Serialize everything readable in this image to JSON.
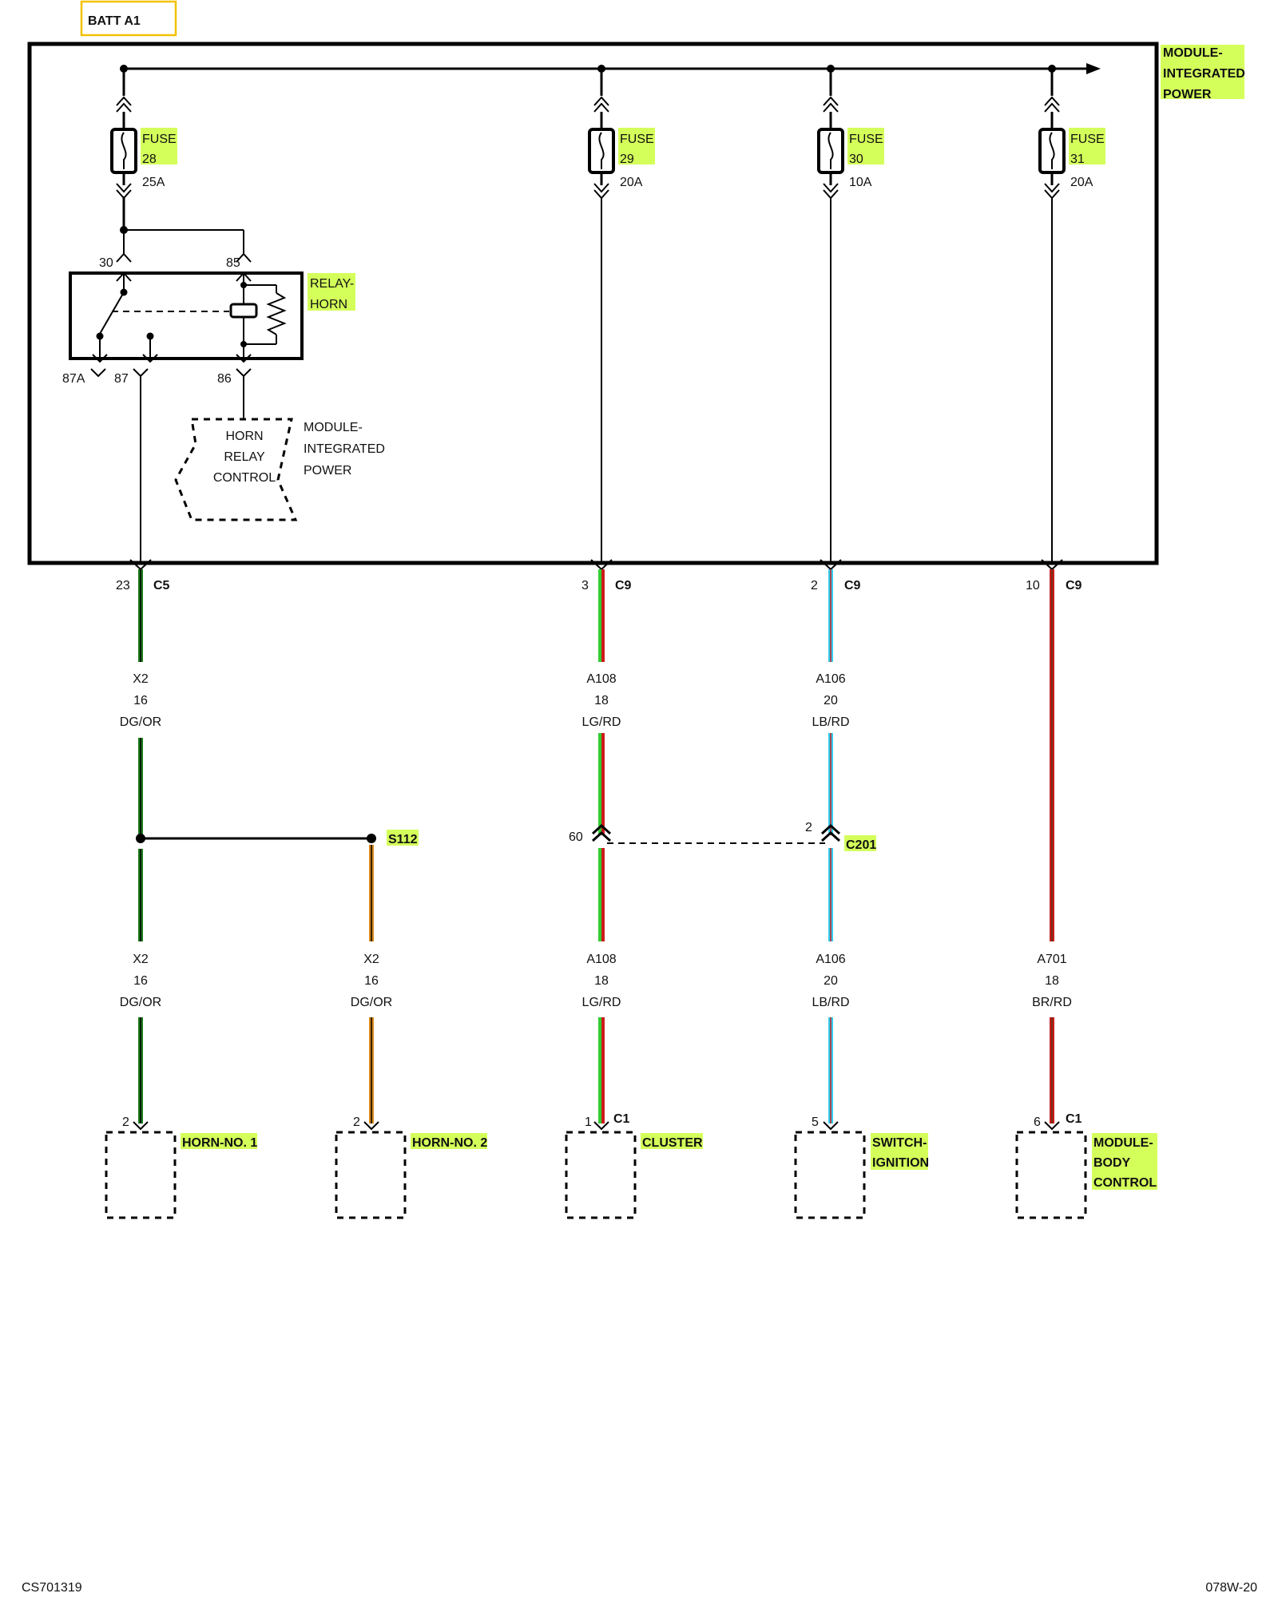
{
  "battery_label": "BATT A1",
  "module_label": [
    "MODULE-",
    "INTEGRATED",
    "POWER"
  ],
  "fuses": [
    {
      "id": "fuse-28",
      "label": [
        "FUSE",
        "28"
      ],
      "rating": "25A"
    },
    {
      "id": "fuse-29",
      "label": [
        "FUSE",
        "29"
      ],
      "rating": "20A"
    },
    {
      "id": "fuse-30",
      "label": [
        "FUSE",
        "30"
      ],
      "rating": "10A"
    },
    {
      "id": "fuse-31",
      "label": [
        "FUSE",
        "31"
      ],
      "rating": "20A"
    }
  ],
  "relay": {
    "label": [
      "RELAY-",
      "HORN"
    ],
    "pins": {
      "p30": "30",
      "p85": "85",
      "p87a": "87A",
      "p87": "87",
      "p86": "86"
    }
  },
  "horn_control": {
    "label": [
      "HORN",
      "RELAY",
      "CONTROL"
    ],
    "module": [
      "MODULE-",
      "INTEGRATED",
      "POWER"
    ]
  },
  "connectors": [
    {
      "id": "c5-23",
      "pin": "23",
      "name": "C5"
    },
    {
      "id": "c9-3",
      "pin": "3",
      "name": "C9"
    },
    {
      "id": "c9-2",
      "pin": "2",
      "name": "C9"
    },
    {
      "id": "c9-10",
      "pin": "10",
      "name": "C9"
    }
  ],
  "wires_upper": [
    {
      "id": "x2-upper",
      "circuit": "X2",
      "gauge": "16",
      "color": "DG/OR"
    },
    {
      "id": "a108-upper",
      "circuit": "A108",
      "gauge": "18",
      "color": "LG/RD"
    },
    {
      "id": "a106-upper",
      "circuit": "A106",
      "gauge": "20",
      "color": "LB/RD"
    }
  ],
  "splice": "S112",
  "inline_connector": {
    "name": "C201",
    "pin_a": "60",
    "pin_b": "2"
  },
  "wires_lower": [
    {
      "id": "x2-horn1",
      "circuit": "X2",
      "gauge": "16",
      "color": "DG/OR"
    },
    {
      "id": "x2-horn2",
      "circuit": "X2",
      "gauge": "16",
      "color": "DG/OR"
    },
    {
      "id": "a108-lower",
      "circuit": "A108",
      "gauge": "18",
      "color": "LG/RD"
    },
    {
      "id": "a106-lower",
      "circuit": "A106",
      "gauge": "20",
      "color": "LB/RD"
    },
    {
      "id": "a701",
      "circuit": "A701",
      "gauge": "18",
      "color": "BR/RD"
    }
  ],
  "components": [
    {
      "id": "horn-1",
      "pin": "2",
      "connector": "",
      "label": [
        "HORN-NO. 1"
      ]
    },
    {
      "id": "horn-2",
      "pin": "2",
      "connector": "",
      "label": [
        "HORN-NO. 2"
      ]
    },
    {
      "id": "cluster",
      "pin": "1",
      "connector": "C1",
      "label": [
        "CLUSTER"
      ]
    },
    {
      "id": "switch-ignition",
      "pin": "5",
      "connector": "",
      "label": [
        "SWITCH-",
        "IGNITION"
      ]
    },
    {
      "id": "module-body-control",
      "pin": "6",
      "connector": "C1",
      "label": [
        "MODULE-",
        "BODY",
        "CONTROL"
      ]
    }
  ],
  "footer": {
    "left": "CS701319",
    "right": "078W-20"
  },
  "colors": {
    "highlight": "#d4ff5a",
    "battery_box": "#f2c200",
    "dark_green": "#1c7a1c",
    "orange": "#d98a1a",
    "light_green": "#33cc33",
    "red": "#cc1a1a",
    "light_blue": "#33ccee",
    "brown": "#5a3a1a"
  }
}
